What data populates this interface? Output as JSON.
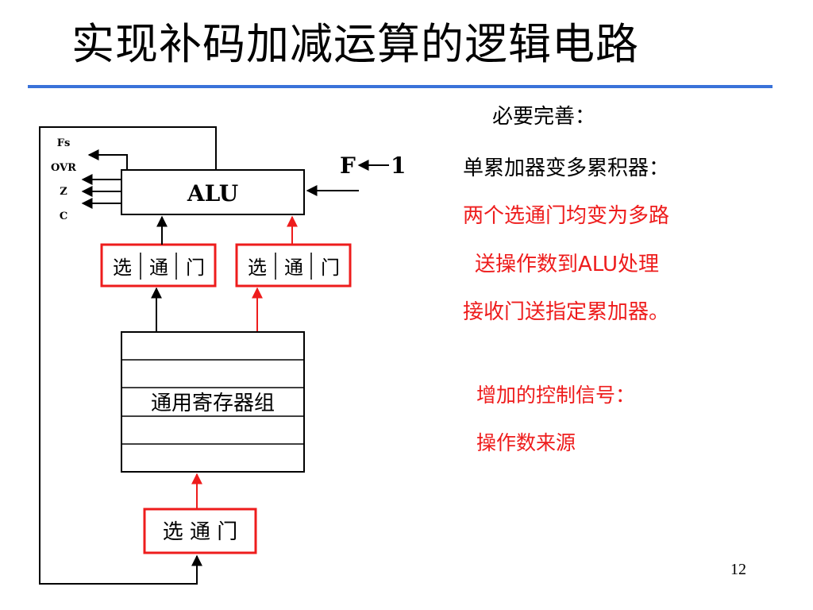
{
  "title": "实现补码加减运算的逻辑电路",
  "diagram": {
    "flags": [
      "Fs",
      "OVR",
      "Z",
      "C"
    ],
    "alu_label": "ALU",
    "f_label": "F",
    "f_value": "1",
    "gate_left": [
      "选",
      "通",
      "门"
    ],
    "gate_right": [
      "选",
      "通",
      "门"
    ],
    "register_label": "通用寄存器组",
    "gate_bottom": "选 通 门"
  },
  "notes": {
    "heading": "必要完善：",
    "line1": "单累加器变多累积器：",
    "line2": "两个选通门均变为多路",
    "line3": "送操作数到ALU处理",
    "line4": "接收门送指定累加器。",
    "control_heading": "增加的控制信号：",
    "control_item": "操作数来源"
  },
  "page_number": "12",
  "colors": {
    "accent_red": "#ee1c1c",
    "rule_blue": "#3a72d9"
  }
}
